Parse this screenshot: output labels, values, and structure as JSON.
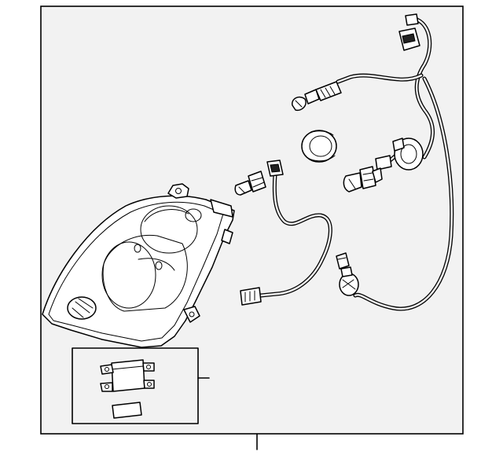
{
  "diagram": {
    "frame": {
      "fill": "#f2f2f2",
      "stroke": "#000000"
    },
    "parts": [
      {
        "name": "headlamp-housing"
      },
      {
        "name": "headlamp-wiring-harness"
      },
      {
        "name": "harness-connector"
      },
      {
        "name": "headlamp-bulb"
      },
      {
        "name": "bulb-socket"
      },
      {
        "name": "dust-cover-cap"
      },
      {
        "name": "wedge-bulb"
      },
      {
        "name": "side-marker-bulb"
      },
      {
        "name": "ballast-module-inset"
      }
    ]
  }
}
